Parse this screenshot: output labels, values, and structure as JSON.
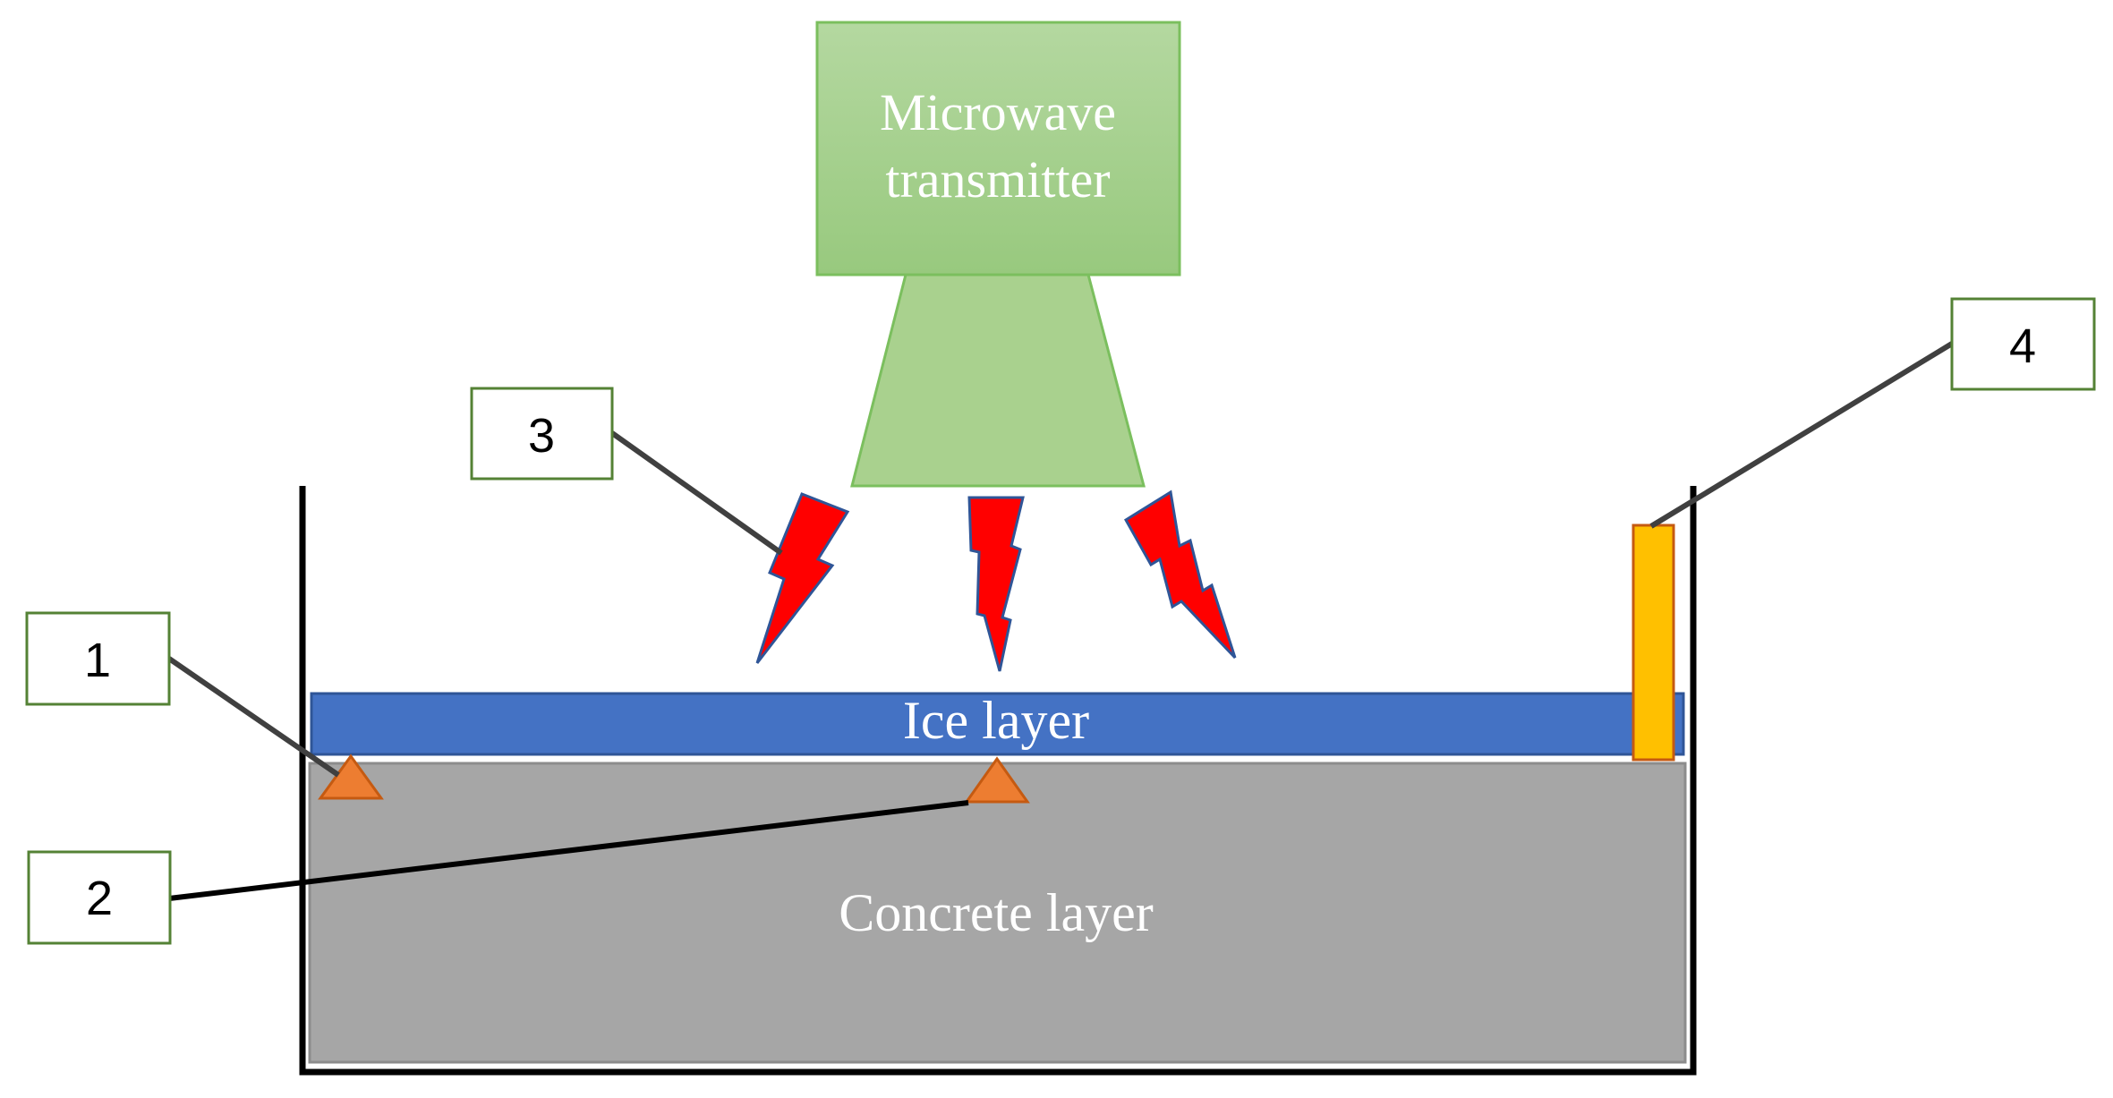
{
  "transmitter": {
    "line1": "Microwave",
    "line2": "transmitter"
  },
  "layers": {
    "ice": "Ice layer",
    "concrete": "Concrete layer"
  },
  "callouts": {
    "c1": "1",
    "c2": "2",
    "c3": "3",
    "c4": "4"
  },
  "colors": {
    "transmitter_green": "#A9D18E",
    "transmitter_border": "#70AD47",
    "ice_blue": "#4472C4",
    "concrete_gray": "#A6A6A6",
    "sensor_orange": "#ED7D31",
    "probe_yellow": "#FFC000",
    "bolt_red": "#FF0000",
    "callout_border": "#548235"
  },
  "icons": {
    "sensors": "triangle-sensor",
    "waves": "lightning-bolt",
    "probe": "temperature-probe"
  }
}
